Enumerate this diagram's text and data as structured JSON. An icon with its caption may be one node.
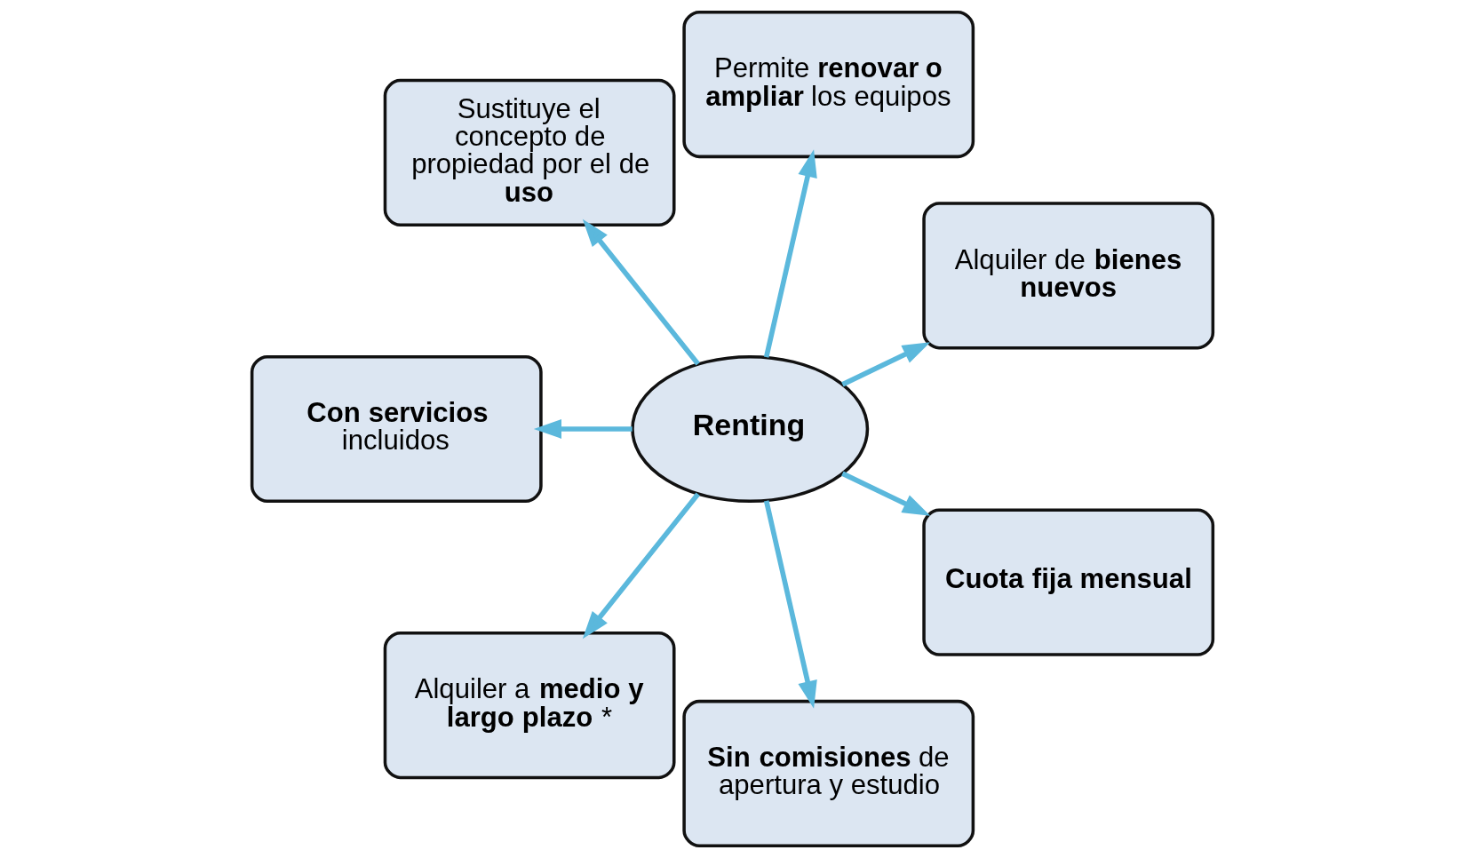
{
  "diagram": {
    "nodes": [
      {
        "text": [
          "Renting"
        ]
      },
      {
        "text": [
          "Alquiler de **bienes nuevos**"
        ]
      },
      {
        "text": [
          "Permite **renovar o ampliar** los equipos"
        ]
      },
      {
        "text": [
          "Sustituye el concepto de propiedad por el de **uso**"
        ]
      },
      {
        "text": [
          "**Con servicios** incluidos"
        ]
      },
      {
        "text": [
          "Alquiler a **medio y largo plazo** *"
        ]
      },
      {
        "text": [
          "**Sin comisiones** de apertura y estudio"
        ]
      },
      {
        "text": [
          "Cuota fija mensual"
        ]
      }
    ],
    "edges": [
      {
        "from": 0,
        "to": 1,
        "arrow": "to"
      },
      {
        "from": 0,
        "to": 3,
        "arrow": "to"
      },
      {
        "from": 0,
        "to": 5,
        "arrow": "to"
      },
      {
        "from": 0,
        "to": 7,
        "arrow": "to"
      },
      {
        "from": 0,
        "to": 6,
        "arrow": "to"
      },
      {
        "from": 0,
        "to": 4,
        "arrow": "to"
      },
      {
        "from": 0,
        "to": 2,
        "arrow": "to"
      }
    ]
  }
}
